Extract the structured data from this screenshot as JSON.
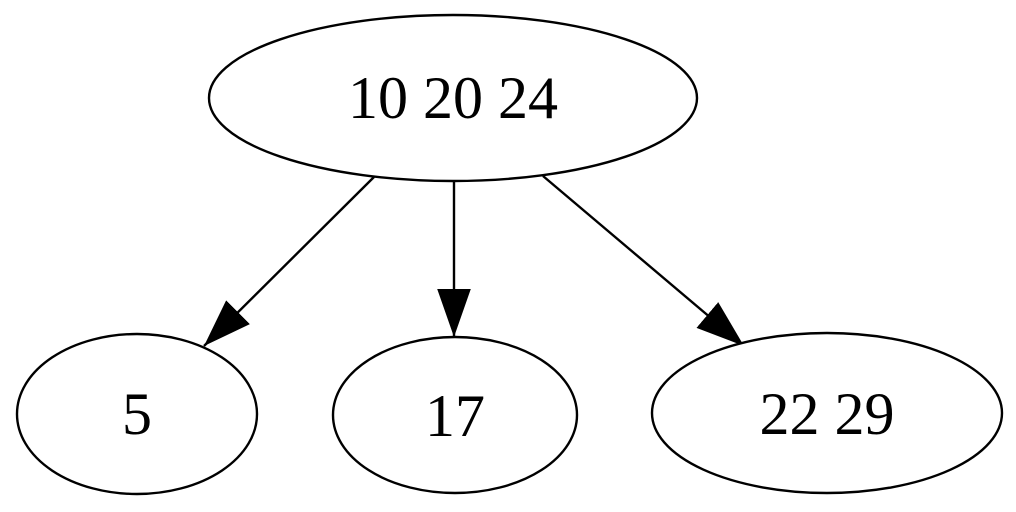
{
  "diagram": {
    "type": "directed-graph",
    "nodes": [
      {
        "id": "root",
        "label": "10 20 24"
      },
      {
        "id": "child-0",
        "label": "5"
      },
      {
        "id": "child-1",
        "label": "17"
      },
      {
        "id": "child-2",
        "label": "22 29"
      }
    ],
    "edges": [
      {
        "from": "10 20 24",
        "to": "5"
      },
      {
        "from": "10 20 24",
        "to": "17"
      },
      {
        "from": "10 20 24",
        "to": "22 29"
      }
    ],
    "colors": {
      "background": "#ffffff",
      "node_fill": "#ffffff",
      "node_stroke": "#000000",
      "edge": "#000000",
      "text": "#000000"
    }
  }
}
